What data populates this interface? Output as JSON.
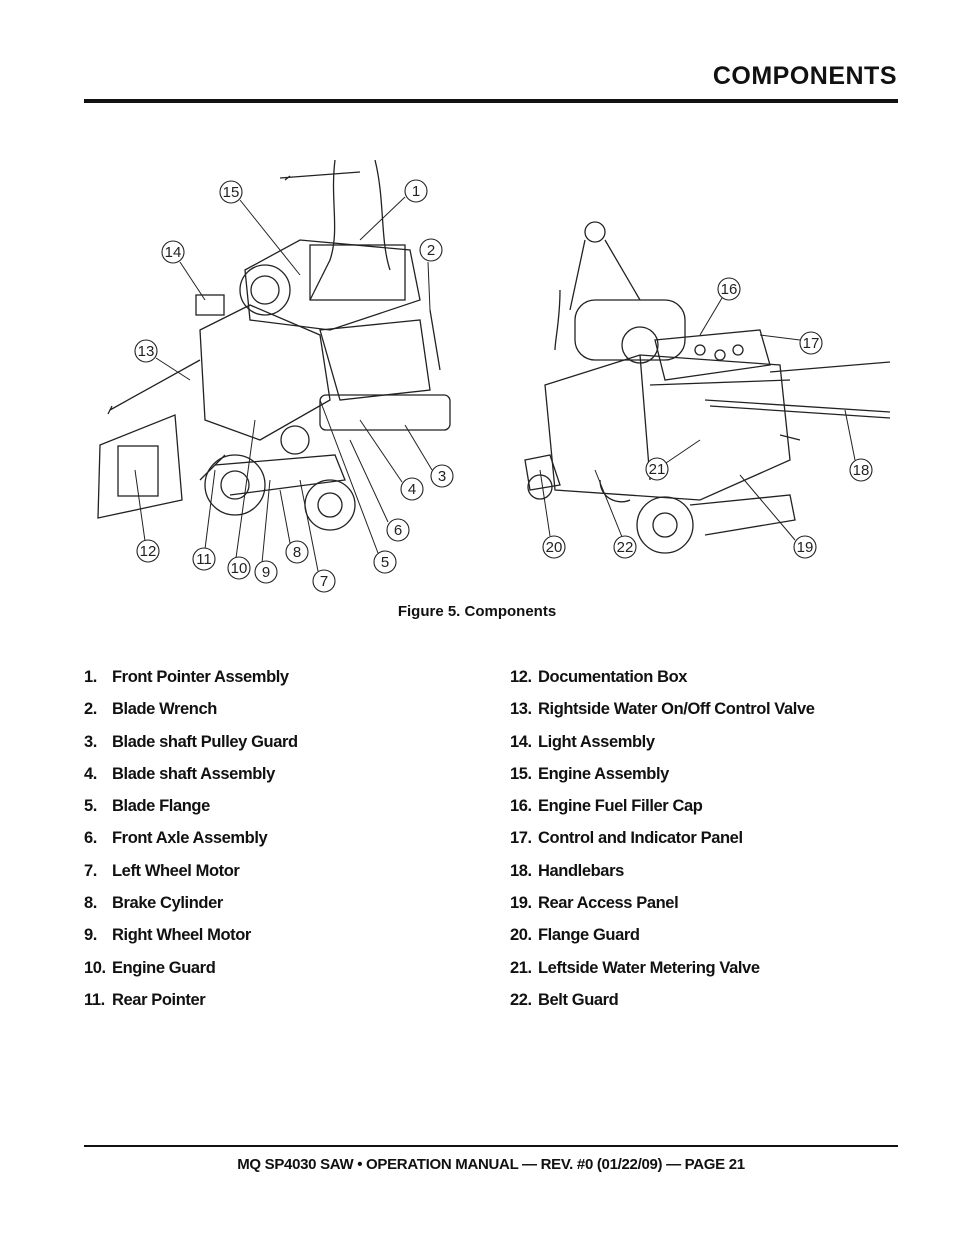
{
  "header": {
    "title": "COMPONENTS"
  },
  "figure": {
    "caption": "Figure 5. Components",
    "callouts": [
      "1",
      "2",
      "3",
      "4",
      "5",
      "6",
      "7",
      "8",
      "9",
      "10",
      "11",
      "12",
      "13",
      "14",
      "15",
      "16",
      "17",
      "18",
      "19",
      "20",
      "21",
      "22"
    ]
  },
  "components_left": [
    {
      "num": "1.",
      "label": "Front Pointer Assembly"
    },
    {
      "num": "2.",
      "label": "Blade Wrench"
    },
    {
      "num": "3.",
      "label": "Blade shaft Pulley Guard"
    },
    {
      "num": "4.",
      "label": "Blade shaft Assembly"
    },
    {
      "num": "5.",
      "label": "Blade Flange"
    },
    {
      "num": "6.",
      "label": "Front Axle Assembly"
    },
    {
      "num": "7.",
      "label": "Left Wheel Motor"
    },
    {
      "num": "8.",
      "label": "Brake Cylinder"
    },
    {
      "num": "9.",
      "label": "Right Wheel Motor"
    },
    {
      "num": "10.",
      "label": "Engine Guard"
    },
    {
      "num": "11.",
      "label": "Rear Pointer"
    }
  ],
  "components_right": [
    {
      "num": "12.",
      "label": "Documentation Box"
    },
    {
      "num": "13.",
      "label": "Rightside Water On/Off Control Valve"
    },
    {
      "num": "14.",
      "label": "Light Assembly"
    },
    {
      "num": "15.",
      "label": "Engine Assembly"
    },
    {
      "num": "16.",
      "label": "Engine Fuel Filler Cap"
    },
    {
      "num": "17.",
      "label": "Control and Indicator Panel"
    },
    {
      "num": "18.",
      "label": "Handlebars"
    },
    {
      "num": "19.",
      "label": "Rear Access Panel"
    },
    {
      "num": "20.",
      "label": "Flange Guard"
    },
    {
      "num": "21.",
      "label": "Leftside Water Metering Valve"
    },
    {
      "num": "22.",
      "label": "Belt Guard"
    }
  ],
  "footer": {
    "text": "MQ SP4030 SAW • OPERATION MANUAL — REV. #0 (01/22/09) — PAGE 21"
  }
}
